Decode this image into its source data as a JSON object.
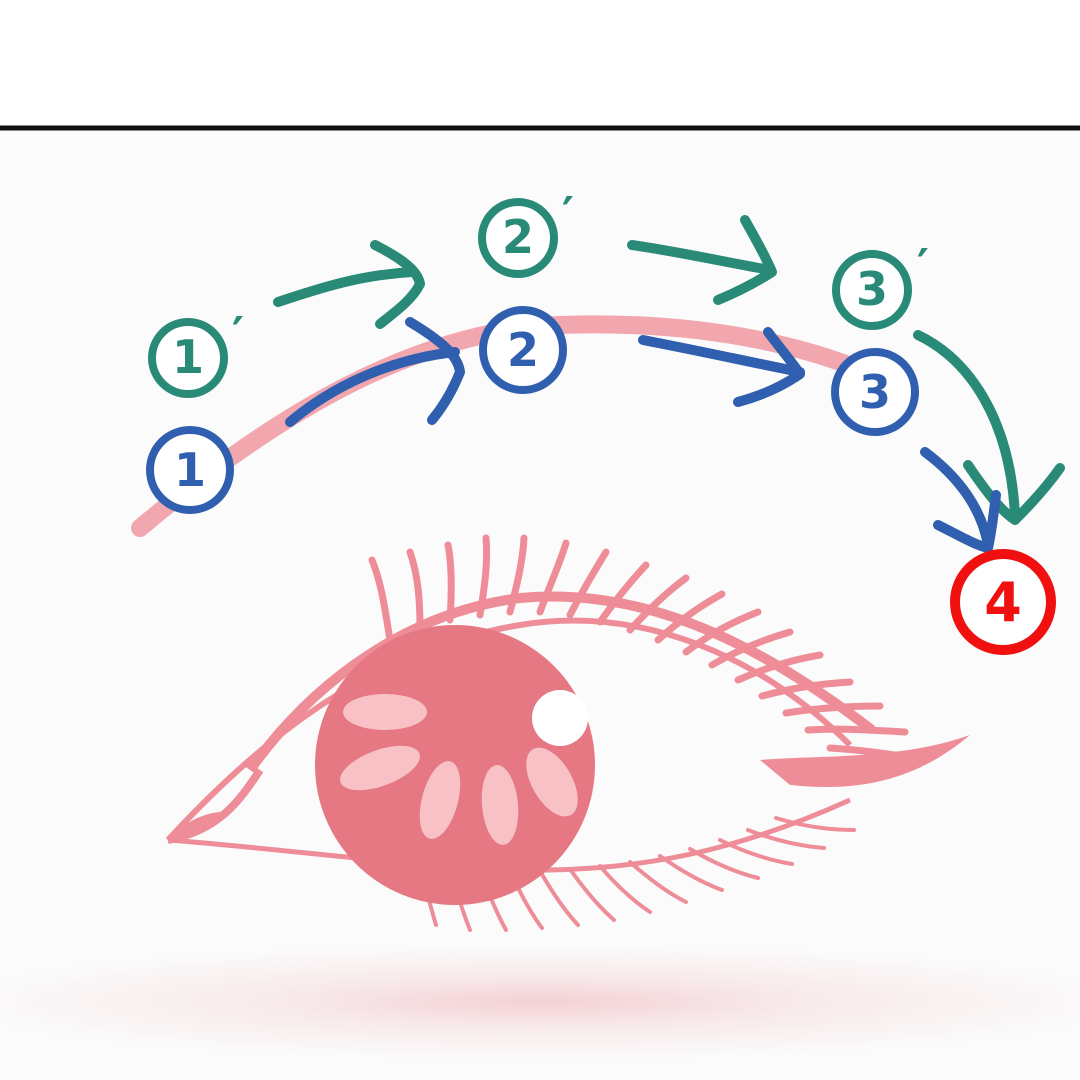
{
  "colors": {
    "teal": "#2a8a78",
    "blue": "#2f5fae",
    "red": "#f01010",
    "pink_light": "#f2a7ae",
    "pink_mid": "#ee8d97",
    "pink_dark": "#e57883",
    "iris_highlight": "#f7c1c5",
    "rule_line": "#111111"
  },
  "steps": [
    {
      "id": "1",
      "label": "1",
      "prime_label": "1′"
    },
    {
      "id": "2",
      "label": "2",
      "prime_label": "2′"
    },
    {
      "id": "3",
      "label": "3",
      "prime_label": "3′"
    },
    {
      "id": "4",
      "label": "4"
    }
  ],
  "icons": {
    "eye": "eye-icon",
    "eyebrow": "eyebrow-icon"
  }
}
